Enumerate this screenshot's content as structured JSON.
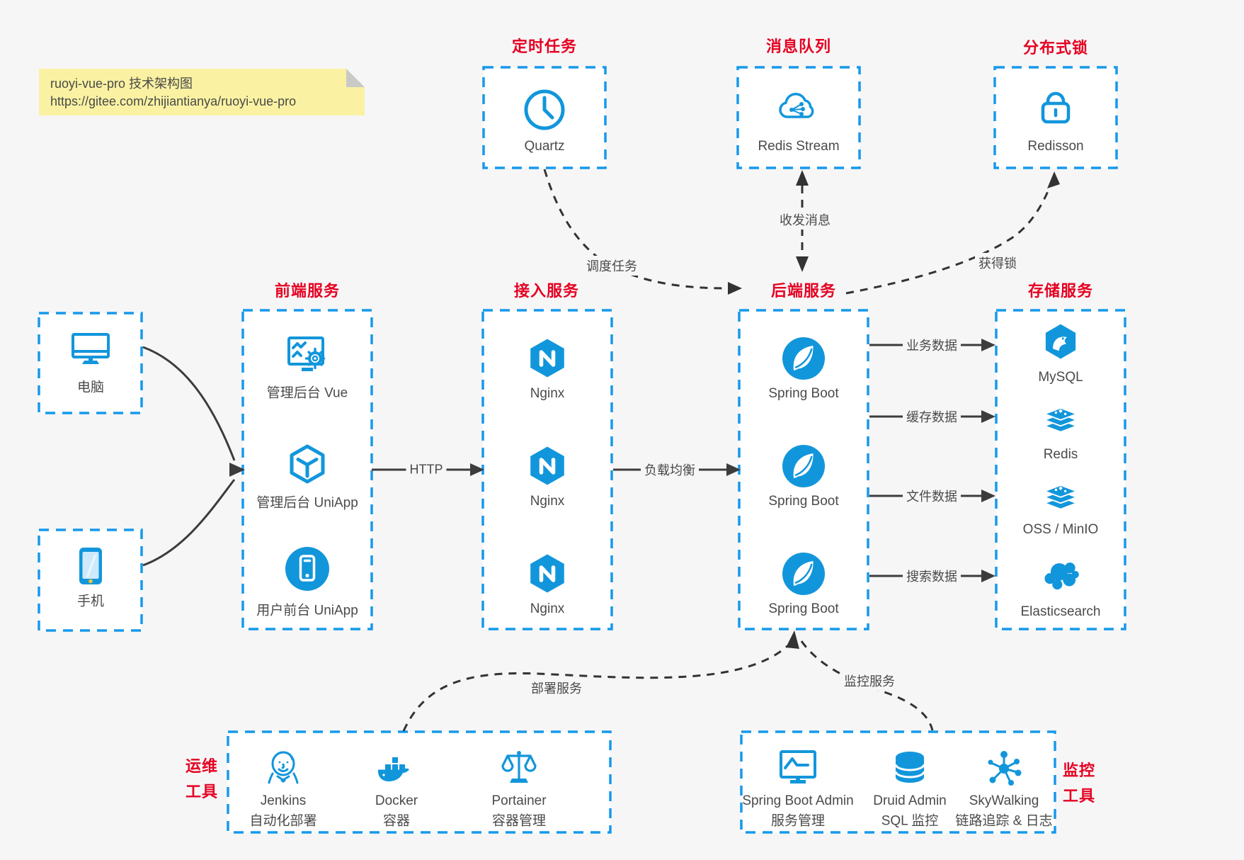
{
  "note": {
    "title": "ruoyi-vue-pro 技术架构图",
    "url": "https://gitee.com/zhijiantianya/ruoyi-vue-pro"
  },
  "sections": {
    "scheduled": "定时任务",
    "mq": "消息队列",
    "lock": "分布式锁",
    "frontend": "前端服务",
    "gateway": "接入服务",
    "backend": "后端服务",
    "storage": "存储服务",
    "ops_line1": "运维",
    "ops_line2": "工具",
    "monitor_line1": "监控",
    "monitor_line2": "工具"
  },
  "nodes": {
    "quartz": {
      "label": "Quartz",
      "icon": "clock-icon"
    },
    "redis_stream": {
      "label": "Redis Stream",
      "icon": "cloud-mq-icon"
    },
    "redisson": {
      "label": "Redisson",
      "icon": "lock-icon"
    },
    "pc": {
      "label": "电脑",
      "icon": "desktop-icon"
    },
    "mobile": {
      "label": "手机",
      "icon": "smartphone-icon"
    },
    "frontend_items": [
      {
        "label": "管理后台 Vue",
        "icon": "admin-monitor-icon"
      },
      {
        "label": "管理后台 UniApp",
        "icon": "cube-icon"
      },
      {
        "label": "用户前台 UniApp",
        "icon": "phone-circle-icon"
      }
    ],
    "gateway_items": [
      {
        "label": "Nginx",
        "icon": "nginx-icon"
      },
      {
        "label": "Nginx",
        "icon": "nginx-icon"
      },
      {
        "label": "Nginx",
        "icon": "nginx-icon"
      }
    ],
    "backend_items": [
      {
        "label": "Spring Boot",
        "icon": "spring-icon"
      },
      {
        "label": "Spring Boot",
        "icon": "spring-icon"
      },
      {
        "label": "Spring Boot",
        "icon": "spring-icon"
      }
    ],
    "storage_items": [
      {
        "label": "MySQL",
        "icon": "mysql-icon"
      },
      {
        "label": "Redis",
        "icon": "layers-icon"
      },
      {
        "label": "OSS / MinIO",
        "icon": "layers-icon"
      },
      {
        "label": "Elasticsearch",
        "icon": "elasticsearch-icon"
      }
    ],
    "ops_items": [
      {
        "name": "Jenkins",
        "desc": "自动化部署",
        "icon": "jenkins-icon"
      },
      {
        "name": "Docker",
        "desc": "容器",
        "icon": "docker-icon"
      },
      {
        "name": "Portainer",
        "desc": "容器管理",
        "icon": "portainer-icon"
      }
    ],
    "monitor_items": [
      {
        "name": "Spring Boot Admin",
        "desc": "服务管理",
        "icon": "chart-monitor-icon"
      },
      {
        "name": "Druid Admin",
        "desc": "SQL 监控",
        "icon": "database-icon"
      },
      {
        "name": "SkyWalking",
        "desc": "链路追踪 & 日志",
        "icon": "skywalking-icon"
      }
    ]
  },
  "edges": {
    "http": "HTTP",
    "load_balance": "负载均衡",
    "schedule": "调度任务",
    "messages": "收发消息",
    "acquire_lock": "获得锁",
    "biz_data": "业务数据",
    "cache_data": "缓存数据",
    "file_data": "文件数据",
    "search_data": "搜索数据",
    "deploy": "部署服务",
    "monitor": "监控服务"
  },
  "colors": {
    "accent_blue": "#1296db",
    "border_blue": "#1699ec",
    "label_red": "#e60021",
    "arrow_dark": "#3c3c3c",
    "note_bg": "#faf2a2",
    "page_bg": "#f6f6f7"
  }
}
